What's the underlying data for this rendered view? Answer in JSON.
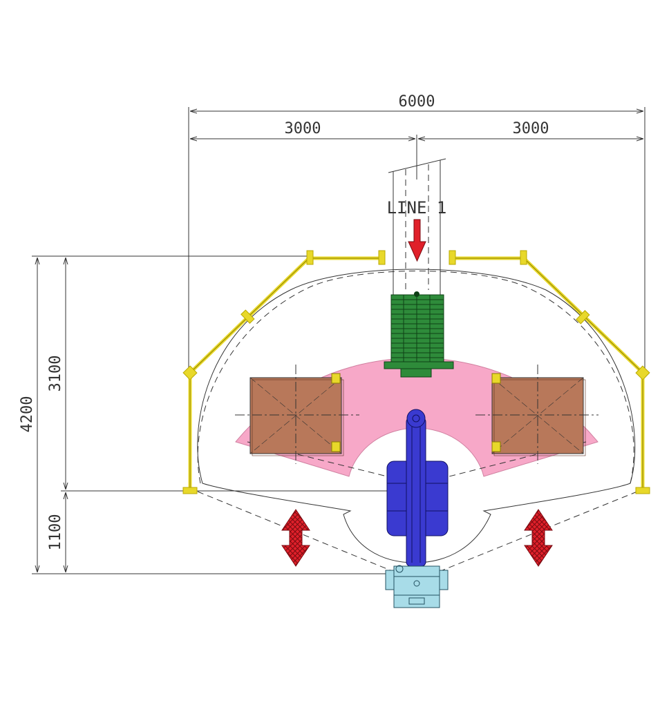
{
  "dimensions": {
    "overall_width": "6000",
    "left_half": "3000",
    "right_half": "3000",
    "overall_depth": "4200",
    "upper_depth": "3100",
    "lower_depth": "1100"
  },
  "line_label": "LINE 1",
  "colors": {
    "work_zone": "#f7a8c8",
    "pallet": "#b8785a",
    "infeed_product": "#2e8b3a",
    "robot_arm": "#3a3ad0",
    "robot_base": "#a8dce8",
    "fence": "#e8d82a",
    "direction_arrow": "#e0202a",
    "outline": "#333333"
  },
  "icons": {
    "infeed_arrow": "arrow-down-icon",
    "access_arrows": "double-arrow-vertical-icon"
  }
}
